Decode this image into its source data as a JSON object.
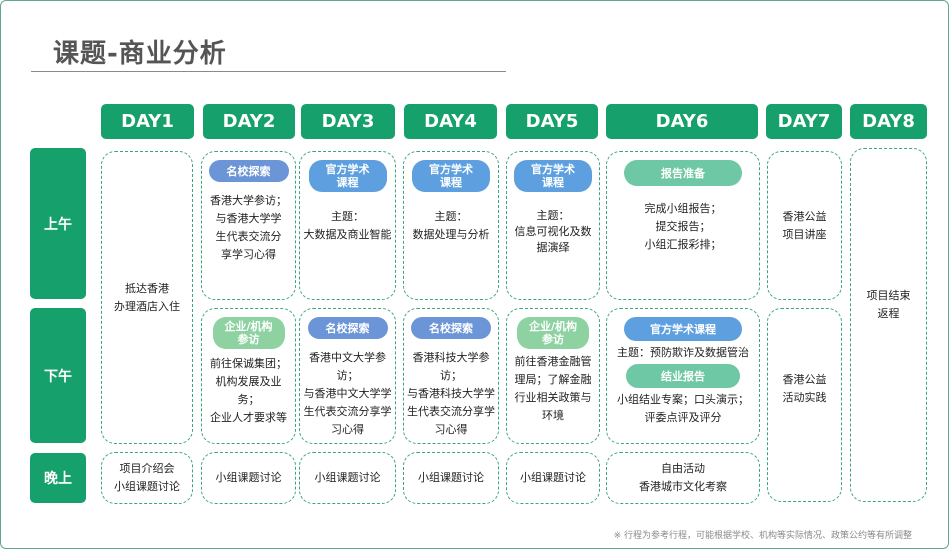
{
  "title": "课题-商业分析",
  "days": [
    "DAY1",
    "DAY2",
    "DAY3",
    "DAY4",
    "DAY5",
    "DAY6",
    "DAY7",
    "DAY8"
  ],
  "periods": {
    "morning": "上午",
    "afternoon": "下午",
    "evening": "晚上"
  },
  "cells": {
    "day1_daytime": "抵达香港\n办理酒店入住",
    "day1_evening": "项目介绍会\n小组课题讨论",
    "day2_morning": {
      "tag": "名校探索",
      "text": "香港大学参访；\n与香港大学学\n生代表交流分\n享学习心得"
    },
    "day2_afternoon": {
      "tag": "企业/机构\n参访",
      "text": "前往保诚集团；\n机构发展及业务；\n企业人才要求等"
    },
    "day2_evening": "小组课题讨论",
    "day3_morning": {
      "tag": "官方学术\n课程",
      "text": "主题：\n大数据及商业智能"
    },
    "day3_afternoon": {
      "tag": "名校探索",
      "text": "香港中文大学参访；\n与香港中文大学学\n生代表交流分享学\n习心得"
    },
    "day3_evening": "小组课题讨论",
    "day4_morning": {
      "tag": "官方学术\n课程",
      "text": "主题：\n数据处理与分析"
    },
    "day4_afternoon": {
      "tag": "名校探索",
      "text": "香港科技大学参访；\n与香港科技大学学\n生代表交流分享学\n习心得"
    },
    "day4_evening": "小组课题讨论",
    "day5_morning": {
      "tag": "官方学术\n课程",
      "text": "主题：\n信息可视化及数\n据演绎"
    },
    "day5_afternoon": {
      "tag": "企业/机构\n参访",
      "text": "前往香港金融管\n理局；了解金融\n行业相关政策与\n环境"
    },
    "day5_evening": "小组课题讨论",
    "day6_morning": {
      "tag": "报告准备",
      "text": "完成小组报告；\n提交报告；\n小组汇报彩排；"
    },
    "day6_afternoon": {
      "tag1": "官方学术课程",
      "text1": "主题：预防欺诈及数据管治",
      "tag2": "结业报告",
      "text2": "小组结业专案；口头演示；\n评委点评及评分"
    },
    "day6_evening": "自由活动\n香港城市文化考察",
    "day7_morning": "香港公益\n项目讲座",
    "day7_afternoon": "香港公益\n活动实践",
    "day8_daytime": "项目结束\n返程"
  },
  "footnote": "※ 行程为参考行程，可能根据学校、机构等实际情况、政策公约等有所调整"
}
